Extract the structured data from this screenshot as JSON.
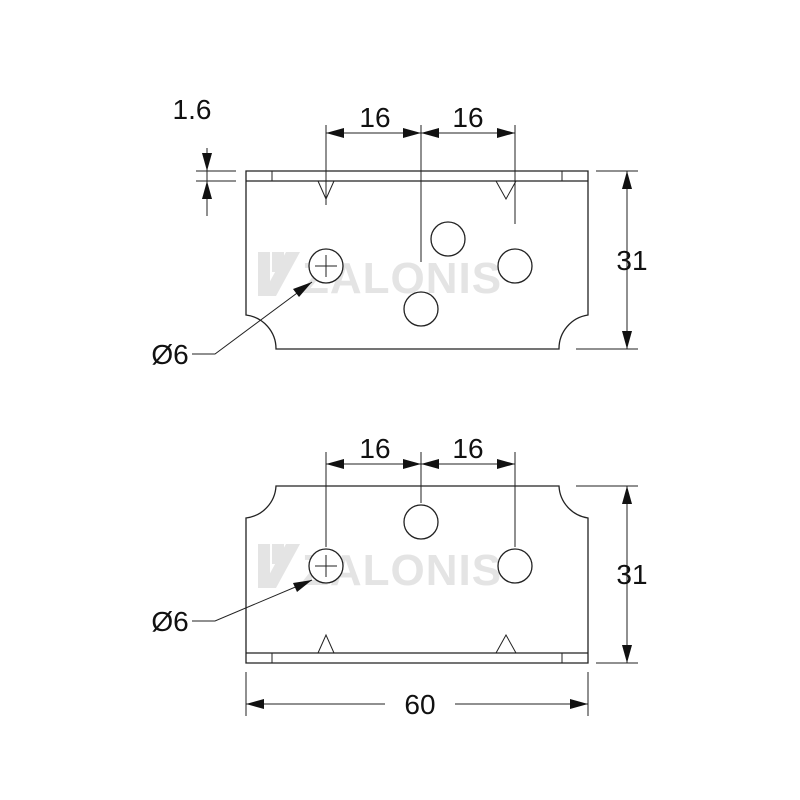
{
  "watermark": {
    "brand": "ZALONIS"
  },
  "top_view": {
    "thickness_label": "1.6",
    "spacing_left_label": "16",
    "spacing_right_label": "16",
    "height_label": "31",
    "hole_label": "Ø6"
  },
  "bottom_view": {
    "spacing_left_label": "16",
    "spacing_right_label": "16",
    "height_label": "31",
    "hole_label": "Ø6",
    "width_label": "60"
  }
}
